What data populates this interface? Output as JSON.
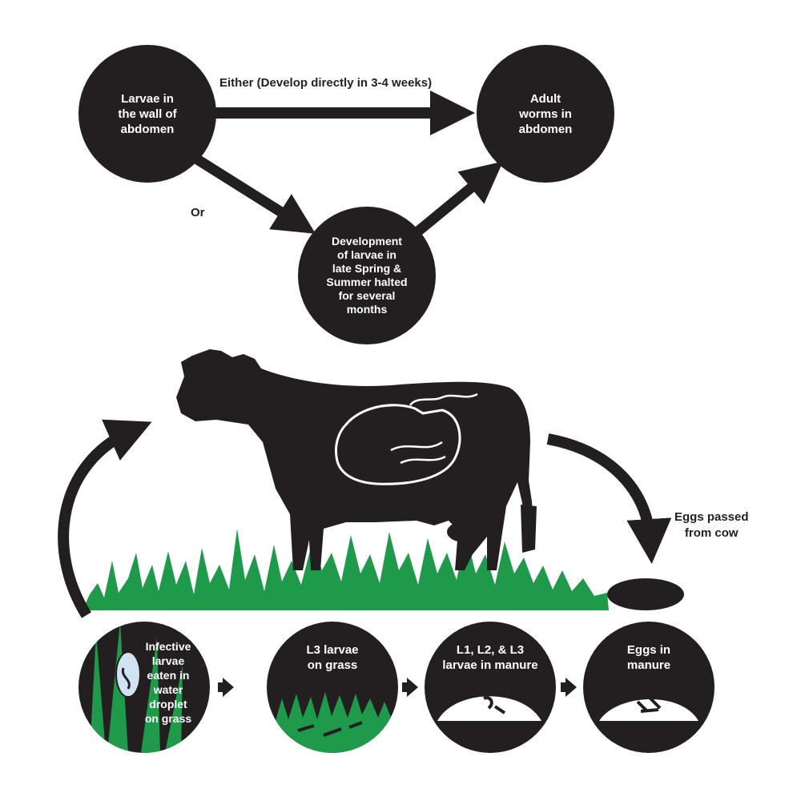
{
  "colors": {
    "node_fill": "#231f20",
    "grass": "#1f9a4a",
    "text_light": "#ffffff",
    "text_dark": "#231f20",
    "droplet": "#cfe3f2"
  },
  "top_cycle": {
    "node_larvae_wall": "Larvae in\nthe wall of\nabdomen",
    "node_adult_worms": "Adult\nworms in\nabdomen",
    "node_halted": "Development\nof larvae in\nlate Spring &\nSummer halted\nfor several\nmonths",
    "label_either": "Either (Develop directly in 3-4 weeks)",
    "label_or": "Or"
  },
  "cow_section": {
    "label_eggs_passed": "Eggs passed\nfrom cow"
  },
  "bottom_cycle": {
    "eggs_in_manure": "Eggs in\nmanure",
    "larvae_in_manure": "L1, L2, & L3\nlarvae in manure",
    "l3_on_grass": "L3 larvae\non grass",
    "infective_larvae": "Infective\nlarvae\neaten in\nwater\ndroplet\non grass"
  }
}
